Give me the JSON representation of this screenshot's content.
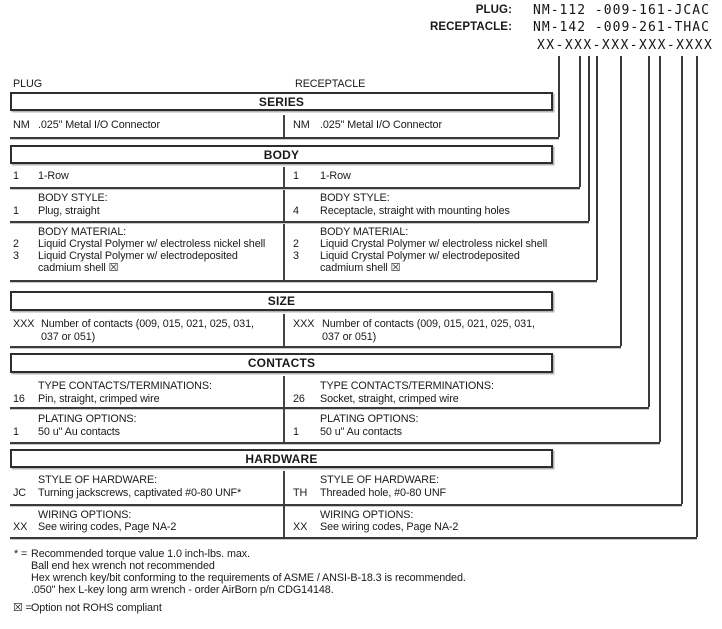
{
  "colors": {
    "background": "#ffffff",
    "text": "#1a1a1a",
    "line": "#3a3a3a"
  },
  "part_number_key": {
    "plug_label": "PLUG:",
    "plug_value": "NM-112 -009-161-JCAC",
    "receptacle_label": "RECEPTACLE:",
    "receptacle_value": "NM-142 -009-261-THAC",
    "pattern": "XX-XXX-XXX-XXX-XXXX"
  },
  "column_headers": {
    "left": "PLUG",
    "right": "RECEPTACLE"
  },
  "series": {
    "title": "SERIES",
    "left": {
      "code": "NM",
      "desc": ".025\" Metal I/O Connector"
    },
    "right": {
      "code": "NM",
      "desc": ".025\" Metal I/O Connector"
    }
  },
  "body": {
    "title": "BODY",
    "row_count": {
      "left": {
        "code": "1",
        "desc": "1-Row"
      },
      "right": {
        "code": "1",
        "desc": "1-Row"
      }
    },
    "style": {
      "label": "BODY STYLE:",
      "left": {
        "code": "1",
        "desc": "Plug, straight"
      },
      "right": {
        "code": "4",
        "desc": "Receptacle, straight with mounting holes"
      }
    },
    "material": {
      "label": "BODY MATERIAL:",
      "left": {
        "opt1_code": "2",
        "opt1_desc": "Liquid Crystal Polymer w/ electroless nickel shell",
        "opt2_code": "3",
        "opt2_desc_line1": "Liquid Crystal Polymer w/ electrodeposited",
        "opt2_desc_line2": "cadmium shell  ☒"
      },
      "right": {
        "opt1_code": "2",
        "opt1_desc": "Liquid Crystal Polymer w/ electroless nickel shell",
        "opt2_code": "3",
        "opt2_desc_line1": "Liquid Crystal Polymer w/ electrodeposited",
        "opt2_desc_line2": "cadmium shell  ☒"
      }
    }
  },
  "size": {
    "title": "SIZE",
    "left": {
      "code": "XXX",
      "desc_line1": "Number of contacts (009, 015, 021, 025, 031,",
      "desc_line2": "037 or 051)"
    },
    "right": {
      "code": "XXX",
      "desc_line1": "Number of contacts (009, 015, 021, 025, 031,",
      "desc_line2": "037 or 051)"
    }
  },
  "contacts": {
    "title": "CONTACTS",
    "type": {
      "label": "TYPE CONTACTS/TERMINATIONS:",
      "left": {
        "code": "16",
        "desc": "Pin, straight, crimped wire"
      },
      "right": {
        "code": "26",
        "desc": "Socket, straight, crimped wire"
      }
    },
    "plating": {
      "label": "PLATING OPTIONS:",
      "left": {
        "code": "1",
        "desc": "50 u\" Au contacts"
      },
      "right": {
        "code": "1",
        "desc": "50 u\" Au contacts"
      }
    }
  },
  "hardware": {
    "title": "HARDWARE",
    "style": {
      "label": "STYLE OF HARDWARE:",
      "left": {
        "code": "JC",
        "desc": "Turning jackscrews, captivated #0-80 UNF*"
      },
      "right": {
        "code": "TH",
        "desc": "Threaded hole, #0-80 UNF"
      }
    },
    "wiring": {
      "label": "WIRING OPTIONS:",
      "left": {
        "code": "XX",
        "desc": "See wiring codes, Page NA-2"
      },
      "right": {
        "code": "XX",
        "desc": "See wiring codes, Page NA-2"
      }
    }
  },
  "footnotes": {
    "asterisk_prefix": "* =",
    "torque_line": "Recommended torque value 1.0 inch-lbs. max.",
    "ball_end_line": "Ball end hex wrench not recommended",
    "hex_wrench_line": "Hex wrench key/bit conforming to the requirements of ASME / ANSI-B-18.3 is recommended.",
    "lkey_line": ".050\" hex L-key long arm wrench - order AirBorn p/n CDG14148.",
    "rohs_prefix": "☒ =",
    "rohs_line": "Option not ROHS compliant"
  }
}
